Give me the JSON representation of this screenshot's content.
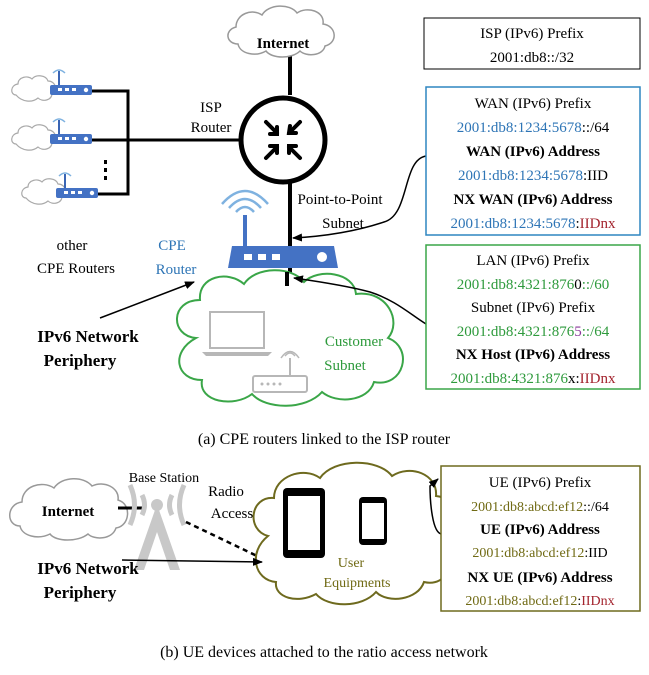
{
  "top": {
    "internet_label": "Internet",
    "isp_router_label": [
      "ISP",
      "Router"
    ],
    "cpe_router_label": [
      "CPE",
      "Router"
    ],
    "other_cpe_label": [
      "other",
      "CPE Routers"
    ],
    "p2p_label": [
      "Point-to-Point",
      "Subnet"
    ],
    "periphery_label": [
      "IPv6 Network",
      "Periphery"
    ],
    "customer_label": [
      "Customer",
      "Subnet"
    ],
    "isp_box": {
      "line1": "ISP (IPv6) Prefix",
      "line2": "2001:db8::/32"
    },
    "wan_box": {
      "title": "WAN (IPv6) Prefix",
      "prefix": [
        "2001:db8:1234:5678",
        "::/64"
      ],
      "addr_title": "WAN (IPv6) Address",
      "addr": [
        "2001:db8:1234:5678",
        ":IID"
      ],
      "nx_title": "NX WAN (IPv6) Address",
      "nx": [
        "2001:db8:1234:5678",
        ":",
        "IIDnx"
      ]
    },
    "lan_box": {
      "title": "LAN (IPv6) Prefix",
      "prefix": [
        "2001:db8:4321:876",
        "0",
        "::/60"
      ],
      "subnet_title": "Subnet (IPv6) Prefix",
      "subnet": [
        "2001:db8:4321:876",
        "5",
        "::/64"
      ],
      "nx_title": "NX Host (IPv6) Address",
      "nx": [
        "2001:db8:4321:876",
        "x:",
        "IIDnx"
      ]
    },
    "caption": "(a) CPE routers linked to the ISP router"
  },
  "bottom": {
    "internet_label": "Internet",
    "base_station_label": "Base Station",
    "radio_label": [
      "Radio",
      "Access"
    ],
    "periphery_label": [
      "IPv6 Network",
      "Periphery"
    ],
    "ue_label": [
      "User",
      "Equipments"
    ],
    "ue_box": {
      "title": "UE (IPv6) Prefix",
      "prefix": [
        "2001:db8:abcd:ef12",
        "::/64"
      ],
      "addr_title": "UE (IPv6) Address",
      "addr": [
        "2001:db8:abcd:ef12",
        ":IID"
      ],
      "nx_title": "NX UE (IPv6) Address",
      "nx": [
        "2001:db8:abcd:ef12",
        ":",
        "IIDnx"
      ]
    },
    "caption": "(b) UE devices attached to the ratio access network"
  },
  "colors": {
    "blue": "#2e75b6",
    "green": "#2e9a3c",
    "olive": "#706a14",
    "red": "#a3242e",
    "purple": "#8a3a9a",
    "router_blue": "#4472c4",
    "wan_border": "#2e86c1",
    "lan_border": "#3aa648",
    "ue_border": "#6e6a1e",
    "gray": "#b7b7b7"
  }
}
